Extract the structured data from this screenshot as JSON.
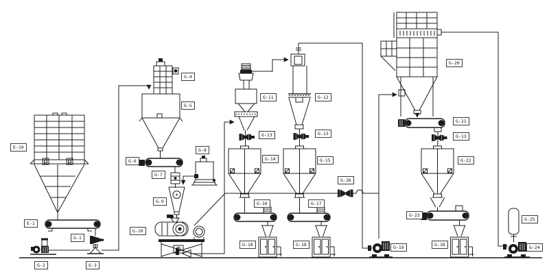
{
  "diagram": {
    "type": "process-flow-diagram",
    "background_color": "#ffffff",
    "line_color": "#1c1c1c",
    "labels": {
      "e10": "E-10",
      "e1": "E-1",
      "g1": "G-1",
      "g2": "G-2",
      "g3": "G-3",
      "g4": "G-4",
      "g5": "G-5",
      "g6": "G-6",
      "g7": "G-7",
      "g8": "G-8",
      "g9": "G-9",
      "g10": "G-10",
      "g11": "G-11",
      "g12": "G-12",
      "g13a": "G-13",
      "g13b": "G-13",
      "g13c": "G-13",
      "g14": "G-14",
      "g15": "G-15",
      "g16": "G-16",
      "g17": "G-17",
      "g18a": "G-18",
      "g18b": "G-18",
      "g18c": "G-18",
      "g19": "G-19",
      "g20": "G-20",
      "g21": "G-21",
      "g22": "G-22",
      "g23": "G-23",
      "g24": "G-24",
      "g25": "G-25",
      "g26": "G-26"
    }
  }
}
